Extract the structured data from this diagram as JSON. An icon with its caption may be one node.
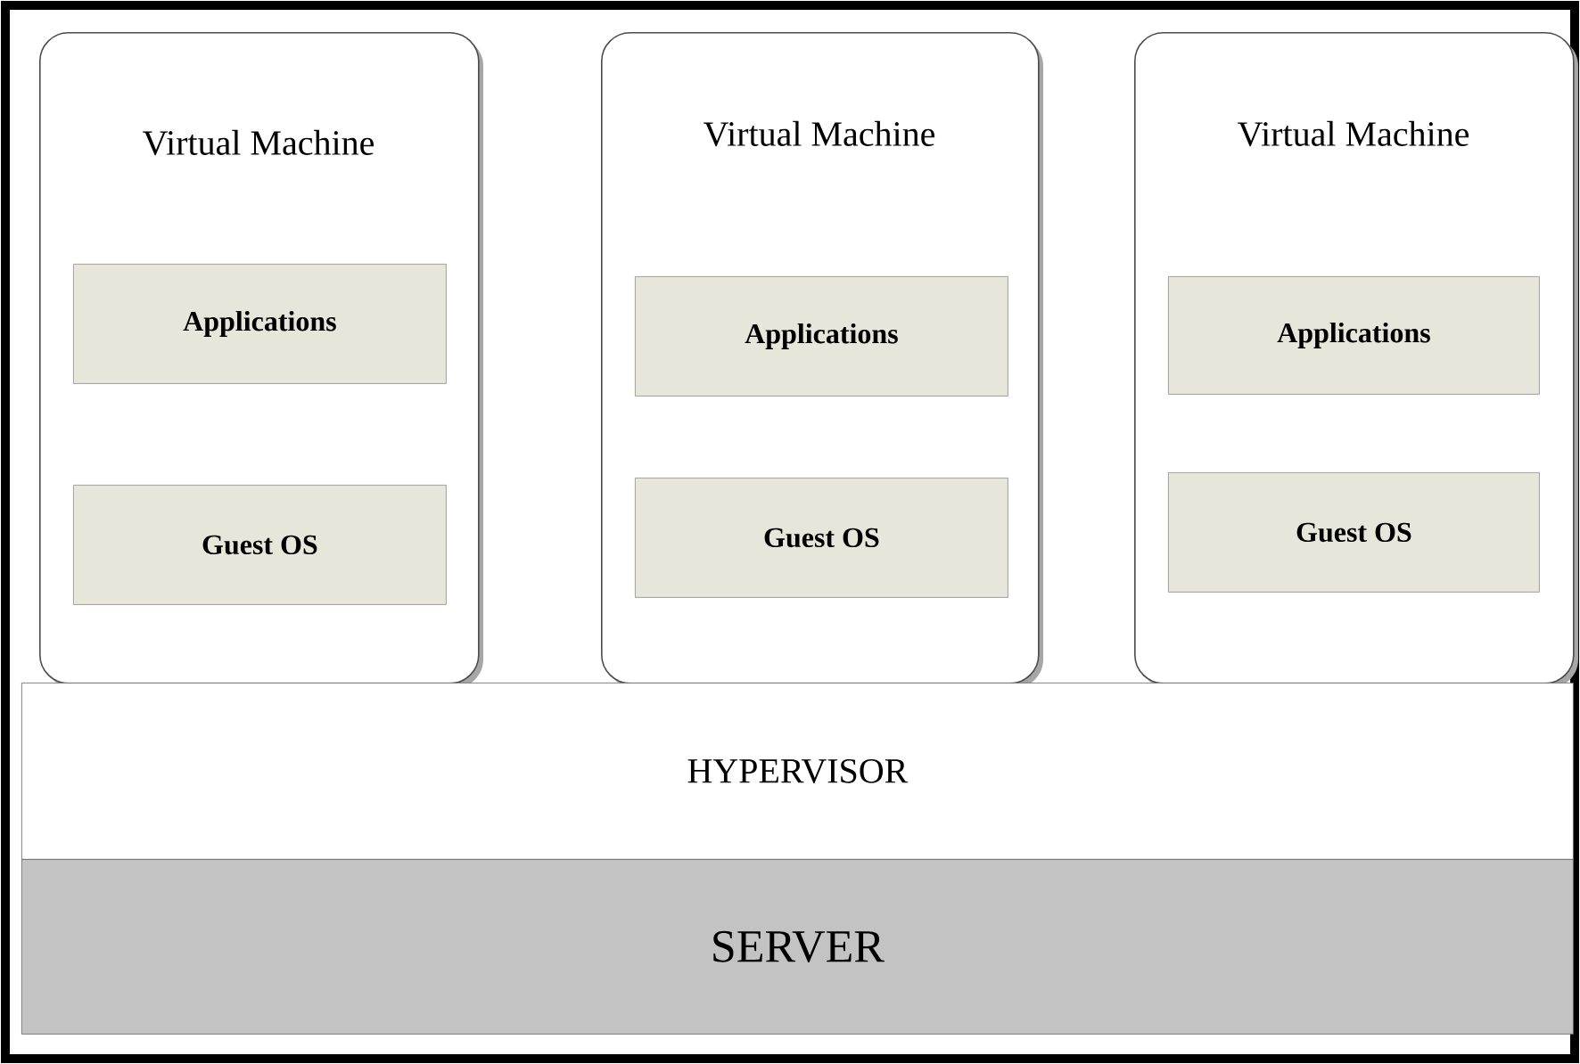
{
  "diagram": {
    "nodes": [
      {
        "text": [
          "Virtual Machine"
        ]
      },
      {
        "text": [
          "Applications"
        ],
        "in": 0
      },
      {
        "text": [
          "Guest OS"
        ],
        "in": 0
      },
      {
        "text": [
          "Virtual Machine"
        ]
      },
      {
        "text": [
          "Applications"
        ],
        "in": 3
      },
      {
        "text": [
          "Guest OS"
        ],
        "in": 3
      },
      {
        "text": [
          "Virtual Machine"
        ]
      },
      {
        "text": [
          "Applications"
        ],
        "in": 6
      },
      {
        "text": [
          "Guest OS"
        ],
        "in": 6
      },
      {
        "text": [
          "HYPERVISOR"
        ]
      },
      {
        "text": [
          "SERVER"
        ]
      }
    ]
  }
}
